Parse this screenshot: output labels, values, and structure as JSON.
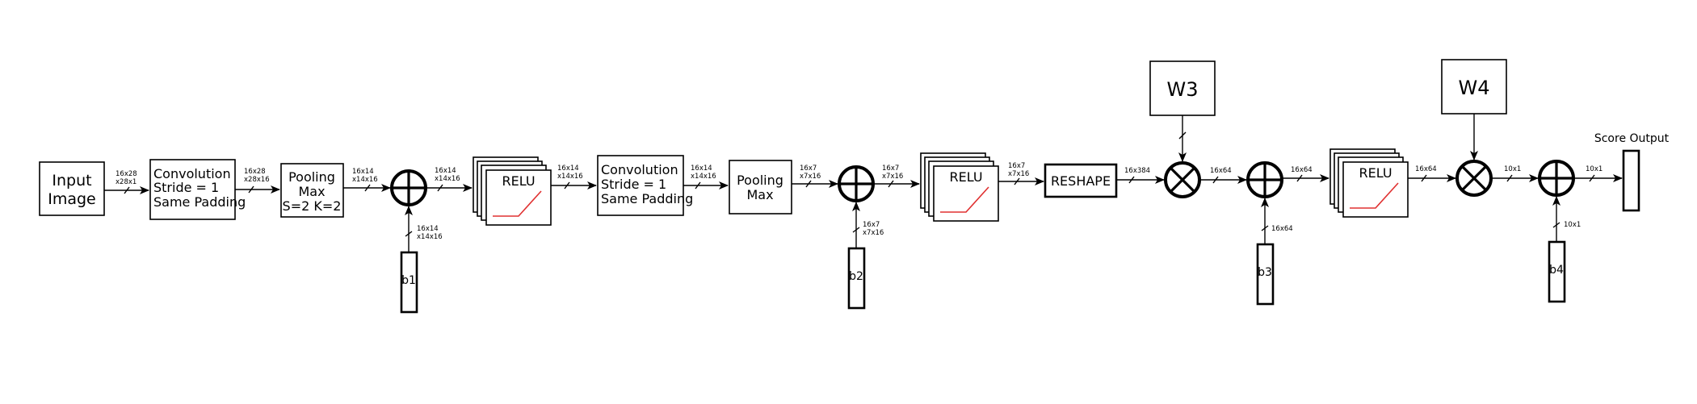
{
  "nodes": {
    "input_image": [
      "Input",
      "Image"
    ],
    "conv1": [
      "Convolution",
      "Stride = 1",
      "Same Padding"
    ],
    "pool1": [
      "Pooling",
      "Max",
      "S=2 K=2"
    ],
    "relu1": "RELU",
    "conv2": [
      "Convolution",
      "Stride = 1",
      "Same Padding"
    ],
    "pool2": [
      "Pooling",
      "Max"
    ],
    "relu2": "RELU",
    "reshape": "RESHAPE",
    "relu3": "RELU",
    "w3": "W3",
    "w4": "W4",
    "b1": "b1",
    "b2": "b2",
    "b3": "b3",
    "b4": "b4",
    "score_output": "Score Output"
  },
  "dims": {
    "d1": [
      "16x28",
      "x28x1"
    ],
    "d2": [
      "16x28",
      "x28x16"
    ],
    "d3": [
      "16x14",
      "x14x16"
    ],
    "d4": [
      "16x14",
      "x14x16"
    ],
    "d5": [
      "16x14",
      "x14x16"
    ],
    "d6": [
      "16x14",
      "x14x16"
    ],
    "d7": [
      "16x7",
      "x7x16"
    ],
    "d8": [
      "16x7",
      "x7x16"
    ],
    "d9": [
      "16x7",
      "x7x16"
    ],
    "d10": [
      "16x384"
    ],
    "d11": [
      "16x64"
    ],
    "d12": [
      "16x64"
    ],
    "d13": [
      "16x64"
    ],
    "d14": [
      "10x1"
    ],
    "d15": [
      "10x1"
    ],
    "b1_dim": [
      "16x14",
      "x14x16"
    ],
    "b2_dim": [
      "16x7",
      "x7x16"
    ],
    "b3_dim": [
      "16x64"
    ],
    "b4_dim": [
      "10x1"
    ]
  }
}
